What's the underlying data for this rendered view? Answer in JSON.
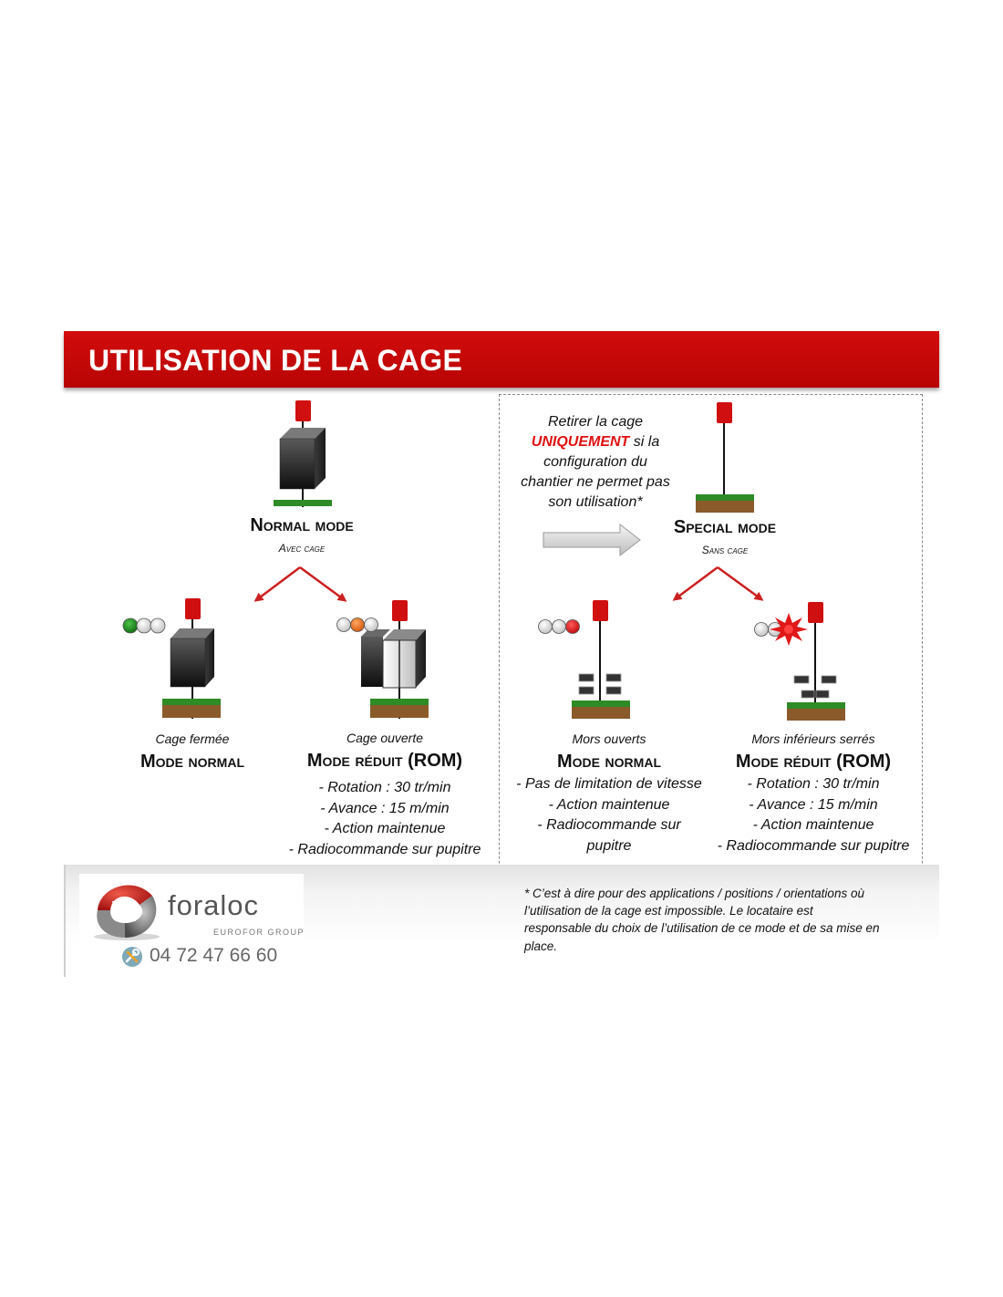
{
  "header": {
    "title": "UTILISATION DE LA CAGE"
  },
  "colors": {
    "banner_red": "#c30707",
    "accent_red": "#e01010",
    "arrow_red": "#cc1f1f",
    "grass_green": "#2e8b26",
    "soil_brown": "#8b5a2b",
    "light_green": "#1f8a1f",
    "light_orange": "#f07a1c",
    "light_red": "#e01818"
  },
  "normal_mode": {
    "title": "Normal mode",
    "subtitle": "Avec cage"
  },
  "special_mode": {
    "title": "Special mode",
    "subtitle": "Sans cage"
  },
  "note": {
    "line1": "Retirer la cage",
    "emphasis": "UNIQUEMENT",
    "line2_rest": " si la",
    "line3": "configuration du",
    "line4": "chantier ne permet pas",
    "line5": "son utilisation*"
  },
  "cases": [
    {
      "label": "Cage fermée",
      "mode": "Mode normal",
      "signal": "green",
      "details": []
    },
    {
      "label": "Cage ouverte",
      "mode": "Mode réduit (ROM)",
      "signal": "orange",
      "details": [
        "- Rotation : 30 tr/min",
        "- Avance : 15 m/min",
        "- Action maintenue",
        "- Radiocommande sur pupitre"
      ]
    },
    {
      "label": "Mors ouverts",
      "mode": "Mode normal",
      "signal": "red",
      "details": [
        "- Pas de limitation de vitesse",
        "- Action maintenue",
        "- Radiocommande sur",
        "pupitre"
      ]
    },
    {
      "label": "Mors inférieurs serrés",
      "mode": "Mode réduit (ROM)",
      "signal": "red-flash",
      "details": [
        "- Rotation : 30 tr/min",
        "- Avance : 15 m/min",
        "- Action maintenue",
        "- Radiocommande sur pupitre"
      ]
    }
  ],
  "footnote": {
    "line1": "* C’est à dire pour des applications / positions / orientations où",
    "line2": "l’utilisation de la cage est impossible. Le locataire est",
    "line3": "responsable du choix de l’utilisation de ce mode et de sa mise en",
    "line4": "place."
  },
  "logo": {
    "brand": "foraloc",
    "group": "EUROFOR GROUP",
    "phone": "04 72 47 66 60",
    "icon": "tools-icon"
  }
}
